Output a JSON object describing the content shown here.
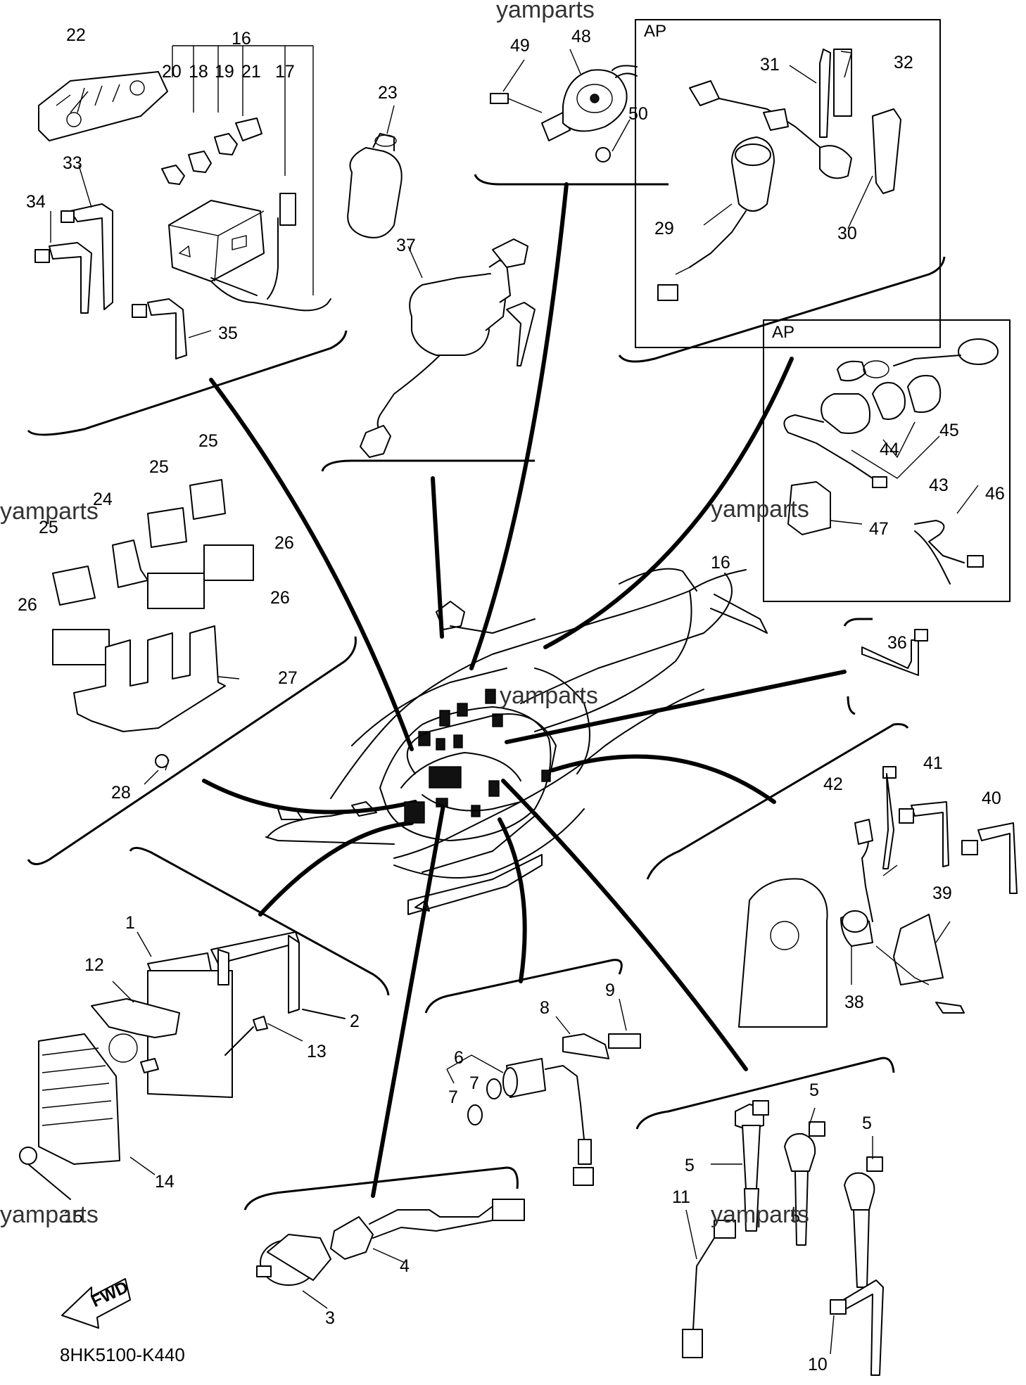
{
  "watermark": "yamparts",
  "diagram_code": "8HK5100-K440",
  "fwd_label": "FWD",
  "ap_label": "AP",
  "callouts": {
    "c1": "1",
    "c2": "2",
    "c3": "3",
    "c4": "4",
    "c5a": "5",
    "c5b": "5",
    "c5c": "5",
    "c5d": "5",
    "c6": "6",
    "c7a": "7",
    "c7b": "7",
    "c8": "8",
    "c9": "9",
    "c10": "10",
    "c11": "11",
    "c12": "12",
    "c13": "13",
    "c14": "14",
    "c15": "15",
    "c16": "16",
    "c16b": "16",
    "c17": "17",
    "c18": "18",
    "c19": "19",
    "c20": "20",
    "c21": "21",
    "c22": "22",
    "c23": "23",
    "c24": "24",
    "c25a": "25",
    "c25b": "25",
    "c25c": "25",
    "c26a": "26",
    "c26b": "26",
    "c26c": "26",
    "c27": "27",
    "c28": "28",
    "c29": "29",
    "c30": "30",
    "c31": "31",
    "c32": "32",
    "c33": "33",
    "c34": "34",
    "c35": "35",
    "c36": "36",
    "c37": "37",
    "c38": "38",
    "c39": "39",
    "c40": "40",
    "c41": "41",
    "c42": "42",
    "c43": "43",
    "c44": "44",
    "c45": "45",
    "c46": "46",
    "c47": "47",
    "c48": "48",
    "c49": "49",
    "c50": "50"
  }
}
